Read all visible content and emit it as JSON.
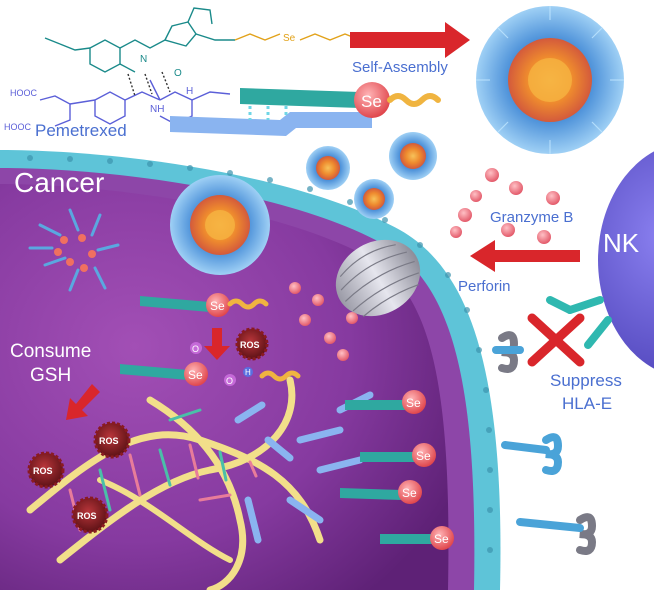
{
  "labels": {
    "pemetrexed": "Pemetrexed",
    "self_assembly": "Self-Assembly",
    "cancer": "Cancer",
    "granzyme_b": "Granzyme B",
    "nk": "NK",
    "perforin": "Perforin",
    "consume": "Consume",
    "gsh": "GSH",
    "suppress": "Suppress",
    "hla_e": "HLA-E",
    "se": "Se",
    "ros": "ROS",
    "o": "O",
    "h": "H",
    "se_label": "Se",
    "cooh_top": "HOOC",
    "cooh_bottom": "HOOC",
    "chem_o": "O",
    "chem_n": "N",
    "chem_nh": "NH",
    "chem_h": "H"
  },
  "colors": {
    "cancer_cell": "#8a3f9c",
    "membrane": "#4aa3b8",
    "nanoparticle_core": "#e07a2e",
    "nanoparticle_shell": "#4a8fd8",
    "arrow_red": "#d9262b",
    "label_blue": "#4a6fd0",
    "nk_cell": "#6a5fd0",
    "se_sphere": "#e8585e"
  }
}
